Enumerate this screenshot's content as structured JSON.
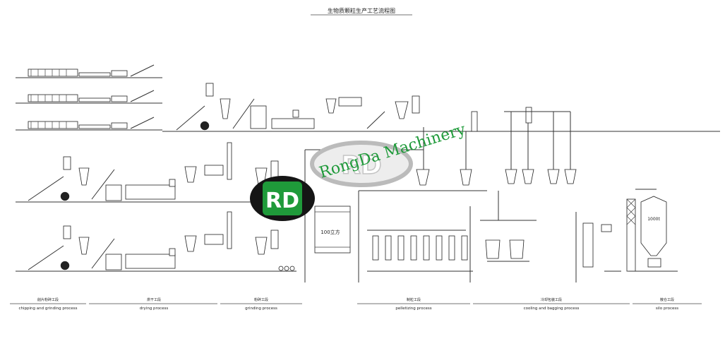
{
  "title": "生物质颗粒生产工艺流程图",
  "watermark": {
    "text": "RongDa Machinery",
    "logo_letters": "RD",
    "badge_letters": "RD",
    "text_color": "#1f9a3a",
    "badge_color": "#1f9a3a"
  },
  "silo_100": {
    "label": "100立方"
  },
  "silo_1000": {
    "label": "1000t"
  },
  "sections": [
    {
      "zh": "削片粉碎工段",
      "en": "chipping and grinding process"
    },
    {
      "zh": "烘干工段",
      "en": "drying process"
    },
    {
      "zh": "粉碎工段",
      "en": "grinding process"
    },
    {
      "zh": "制粒工段",
      "en": "pelletizing process"
    },
    {
      "zh": "冷却包装工段",
      "en": "cooling and bagging process"
    },
    {
      "zh": "散仓工段",
      "en": "silo process"
    }
  ],
  "colors": {
    "line": "#333333",
    "accent": "#1f9a3a"
  }
}
